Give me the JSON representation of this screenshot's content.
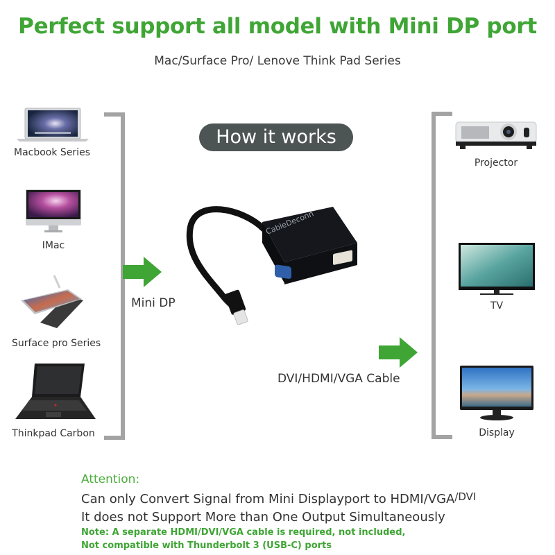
{
  "header": {
    "title": "Perfect support all model with Mini DP port",
    "subtitle": "Mac/Surface Pro/ Lenove Think Pad Series"
  },
  "center": {
    "badge": "How it works",
    "input_label": "Mini DP",
    "output_label": "DVI/HDMI/VGA Cable",
    "adapter_brand": "CableDeconn"
  },
  "sources": [
    {
      "label": "Macbook Series",
      "icon": "laptop-macbook"
    },
    {
      "label": "IMac",
      "icon": "desktop-imac"
    },
    {
      "label": "Surface pro Series",
      "icon": "tablet-surface"
    },
    {
      "label": "Thinkpad Carbon",
      "icon": "laptop-thinkpad"
    }
  ],
  "outputs": [
    {
      "label": "Projector",
      "icon": "projector"
    },
    {
      "label": "TV",
      "icon": "tv"
    },
    {
      "label": "Display",
      "icon": "monitor"
    }
  ],
  "attention": {
    "heading": "Attention:",
    "line1_main": "Can only Convert Signal from Mini Displayport to HDMI/VGA",
    "line1_sup": "/DVI",
    "line2": "It does not Support More than One Output Simultaneously",
    "note1": "Note: A separate HDMI/DVI/VGA cable is required, not included,",
    "note2": "Not compatible with Thunderbolt 3 (USB-C) ports"
  },
  "colors": {
    "green": "#3fa535",
    "bracket_gray": "#a3a3a3",
    "badge_bg": "#4d5454"
  }
}
